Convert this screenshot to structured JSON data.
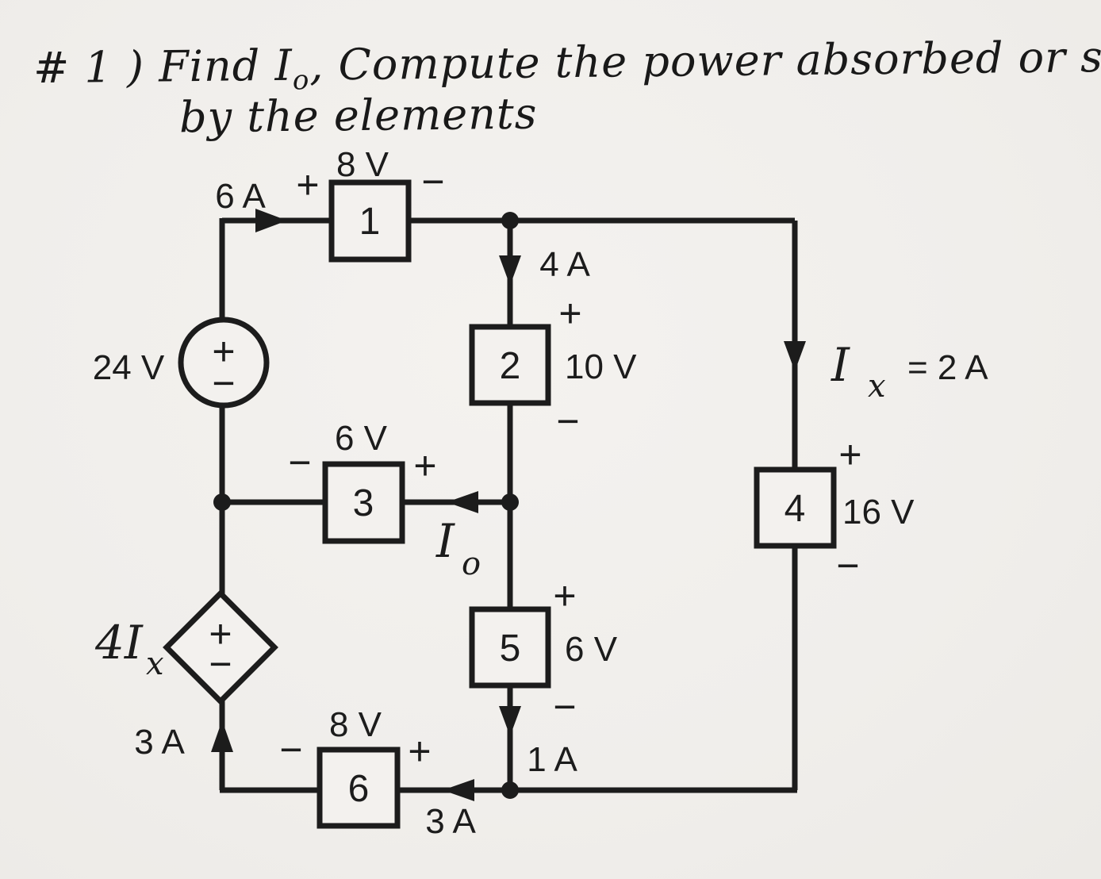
{
  "title": {
    "pre": "# 1 )  Find I",
    "sub": "o",
    "post": ", Compute the power absorbed or supplied",
    "line2": "by the elements"
  },
  "colors": {
    "ink": "#1c1c1c",
    "paper": "#f3f1ee"
  },
  "sources": {
    "independent": {
      "label": "24 V",
      "plus": "+",
      "minus": "−"
    },
    "dependent": {
      "coef": "4I",
      "sub": "x",
      "plus": "+",
      "minus": "−"
    }
  },
  "boxes": [
    {
      "num": "1",
      "voltage": "8 V",
      "plus": "+",
      "minus": "−"
    },
    {
      "num": "2",
      "voltage": "10 V",
      "plus": "+",
      "minus": "−"
    },
    {
      "num": "3",
      "voltage": "6 V",
      "plus": "+",
      "minus": "−"
    },
    {
      "num": "4",
      "voltage": "16 V",
      "plus": "+",
      "minus": "−"
    },
    {
      "num": "5",
      "voltage": "6 V",
      "plus": "+",
      "minus": "−"
    },
    {
      "num": "6",
      "voltage": "8 V",
      "plus": "+",
      "minus": "−"
    }
  ],
  "currents": {
    "top": "6 A",
    "middle_top": "4 A",
    "ix_sym": "I",
    "ix_sub": "x",
    "ix_eq": "= 2 A",
    "io_sym": "I",
    "io_sub": "o",
    "left_branch": "3 A",
    "middle_bottom": "1 A",
    "bottom_wire": "3 A"
  }
}
